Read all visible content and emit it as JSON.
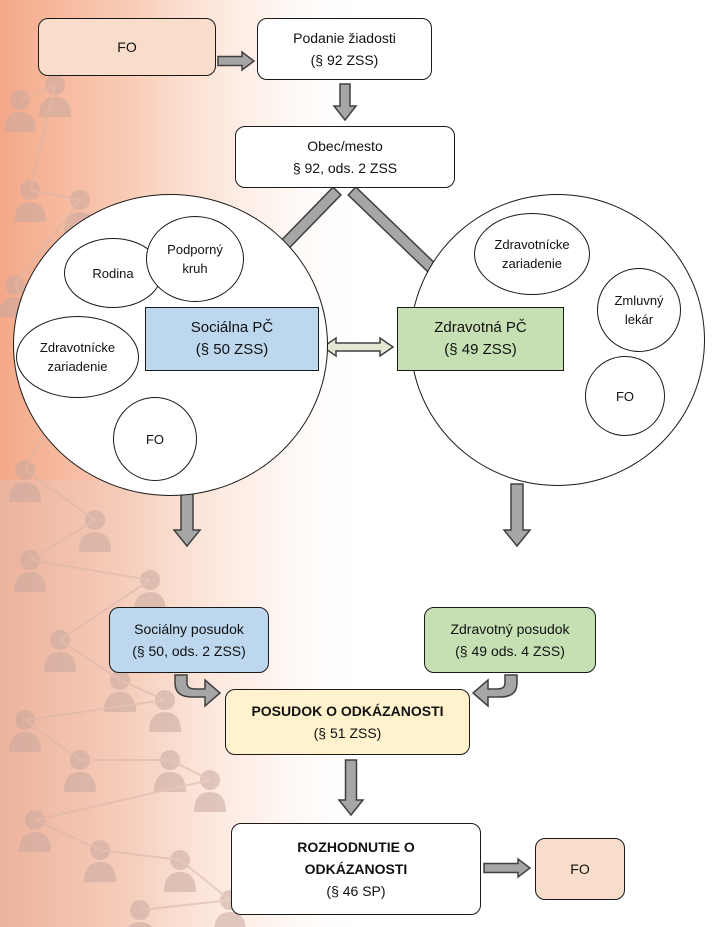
{
  "colors": {
    "peach": "#f9ddcb",
    "blue": "#bdd7ee",
    "green": "#c6e0b4",
    "yellow": "#fff2cc",
    "arrow_fill": "#a6a6a6",
    "arrow_stroke": "#404040",
    "double_arrow_fill": "#e6e6d4"
  },
  "background": {
    "icon": "people-network-icon"
  },
  "nodes": {
    "fo_start": {
      "label": "FO"
    },
    "podanie": {
      "line1": "Podanie žiadosti",
      "line2": "(§ 92 ZSS)"
    },
    "obec": {
      "line1": "Obec/mesto",
      "line2": "§ 92, ods. 2  ZSS"
    },
    "left_circle": {
      "rodina": "Rodina",
      "podporny": {
        "line1": "Podporný",
        "line2": "kruh"
      },
      "zdrav_zar": {
        "line1": "Zdravotnícke",
        "line2": "zariadenie"
      },
      "fo": "FO"
    },
    "right_circle": {
      "zdrav_zar": {
        "line1": "Zdravotnícke",
        "line2": "zariadenie"
      },
      "zmluvny": {
        "line1": "Zmluvný",
        "line2": "lekár"
      },
      "fo": "FO"
    },
    "socialna_pc": {
      "line1": "Sociálna PČ",
      "line2": "(§ 50 ZSS)"
    },
    "zdravotna_pc": {
      "line1": "Zdravotná PČ",
      "line2": "(§ 49 ZSS)"
    },
    "socialny_posudok": {
      "line1": "Sociálny posudok",
      "line2": "(§ 50, ods. 2 ZSS)"
    },
    "zdravotny_posudok": {
      "line1": "Zdravotný posudok",
      "line2": "(§ 49 ods. 4 ZSS)"
    },
    "posudok": {
      "line1": "POSUDOK O ODKÁZANOSTI",
      "line2": "(§ 51 ZSS)"
    },
    "rozhodnutie": {
      "line1": "ROZHODNUTIE O",
      "line2": "ODKÁZANOSTI",
      "line3": "(§ 46 SP)"
    },
    "fo_end": {
      "label": "FO"
    }
  }
}
